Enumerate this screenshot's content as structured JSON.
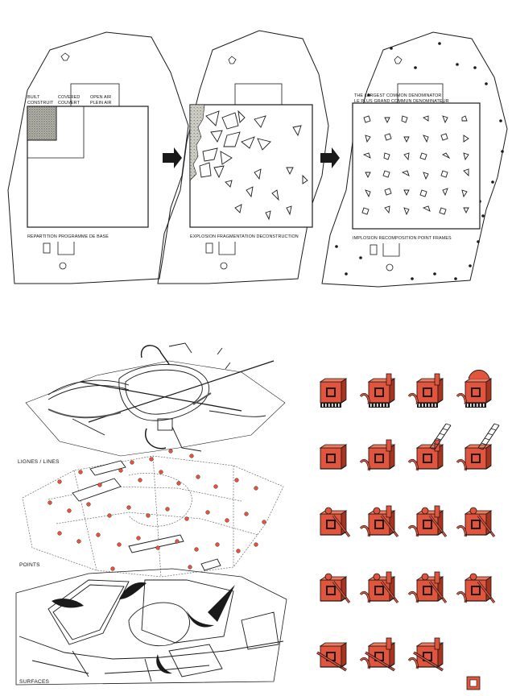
{
  "panels": [
    {
      "labels": {
        "built": "BUILT",
        "construit": "CONSTRUIT",
        "covered": "COVERED",
        "couvert": "COUVERT",
        "open_air": "OPEN AIR",
        "plein_air": "PLEIN AIR"
      },
      "caption": "REPARTITION PROGRAMME DE BASE"
    },
    {
      "caption": "EXPLOSION FRAGMENTATION DECONSTRUCTION"
    },
    {
      "labels": {
        "heading_en": "THE LARGEST COMMON DENOMINATOR",
        "heading_fr": "LE PLUS GRAND COMMUN DENOMINATEUR"
      },
      "caption": "IMPLOSION RECOMPOSITION POINT FRAMES"
    }
  ],
  "axonometric": {
    "layers": [
      "LIGNES / LINES",
      "POINTS",
      "SURFACES"
    ]
  },
  "folies_grid": {
    "rows": 5,
    "cols": 4
  },
  "colors": {
    "ink": "#1a1a1a",
    "folie_red": "#e2553c",
    "paper": "#ffffff",
    "hatch_grey": "#8a8a80"
  }
}
